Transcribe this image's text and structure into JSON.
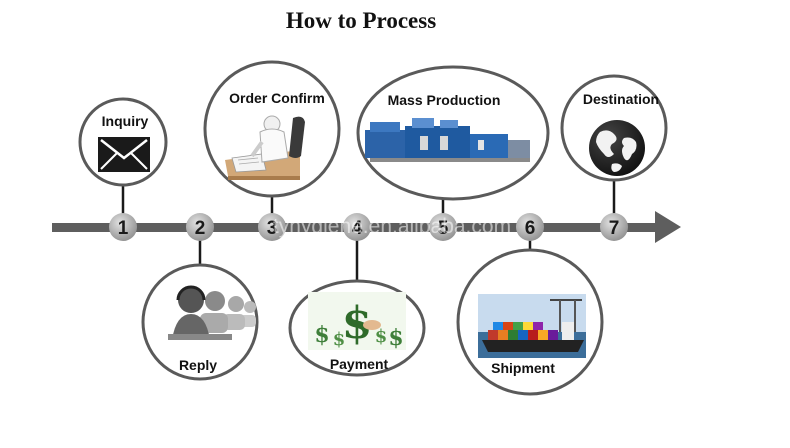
{
  "title": "How to Process",
  "watermark": "tyhygiene.en.alibaba.com",
  "steps": [
    {
      "number": "1",
      "label": "Inquiry",
      "icon": "envelope-icon"
    },
    {
      "number": "2",
      "label": "Reply",
      "icon": "customer-service-icon"
    },
    {
      "number": "3",
      "label": "Order Confirm",
      "icon": "signing-document-icon"
    },
    {
      "number": "4",
      "label": "Payment",
      "icon": "dollar-money-icon"
    },
    {
      "number": "5",
      "label": "Mass Production",
      "icon": "production-machine-icon"
    },
    {
      "number": "6",
      "label": "Shipment",
      "icon": "cargo-ship-icon"
    },
    {
      "number": "7",
      "label": "Destination",
      "icon": "globe-icon"
    }
  ],
  "colors": {
    "timeline": "#5e5e5e",
    "circle_border": "#5a5a5a",
    "marker_fill": "#9a9a9a"
  }
}
